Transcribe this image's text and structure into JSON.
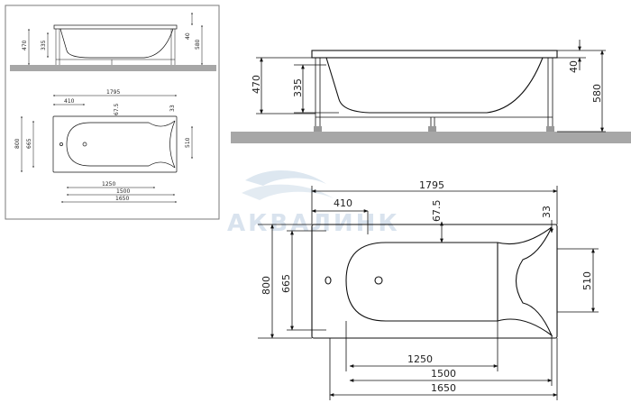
{
  "watermark": {
    "brand": "АКВАЛИНК",
    "color": "#d9e3ee"
  },
  "colors": {
    "floor": "#a7a7a7",
    "lines": "#111111",
    "panel_border": "#7a7a7a"
  },
  "large": {
    "side_view": {
      "total_height": "580",
      "rim_height": "40",
      "leg_height": "470",
      "inner_depth": "335"
    },
    "top_view": {
      "overall_length": "1795",
      "overall_width": "800",
      "inner_width": "665",
      "drain_offset": "410",
      "drain_side": "67.5",
      "rim_edge": "33",
      "back_width": "510",
      "bottom_1250": "1250",
      "bottom_1500": "1500",
      "bottom_1650": "1650"
    }
  },
  "small": {
    "side_view": {
      "total_height": "580",
      "rim_height": "40",
      "leg_height": "470",
      "inner_depth": "335"
    },
    "top_view": {
      "overall_length": "1795",
      "overall_width": "800",
      "inner_width": "665",
      "drain_offset": "410",
      "drain_side": "67.5",
      "rim_edge": "33",
      "back_width": "510",
      "bottom_1250": "1250",
      "bottom_1500": "1500",
      "bottom_1650": "1650"
    }
  }
}
